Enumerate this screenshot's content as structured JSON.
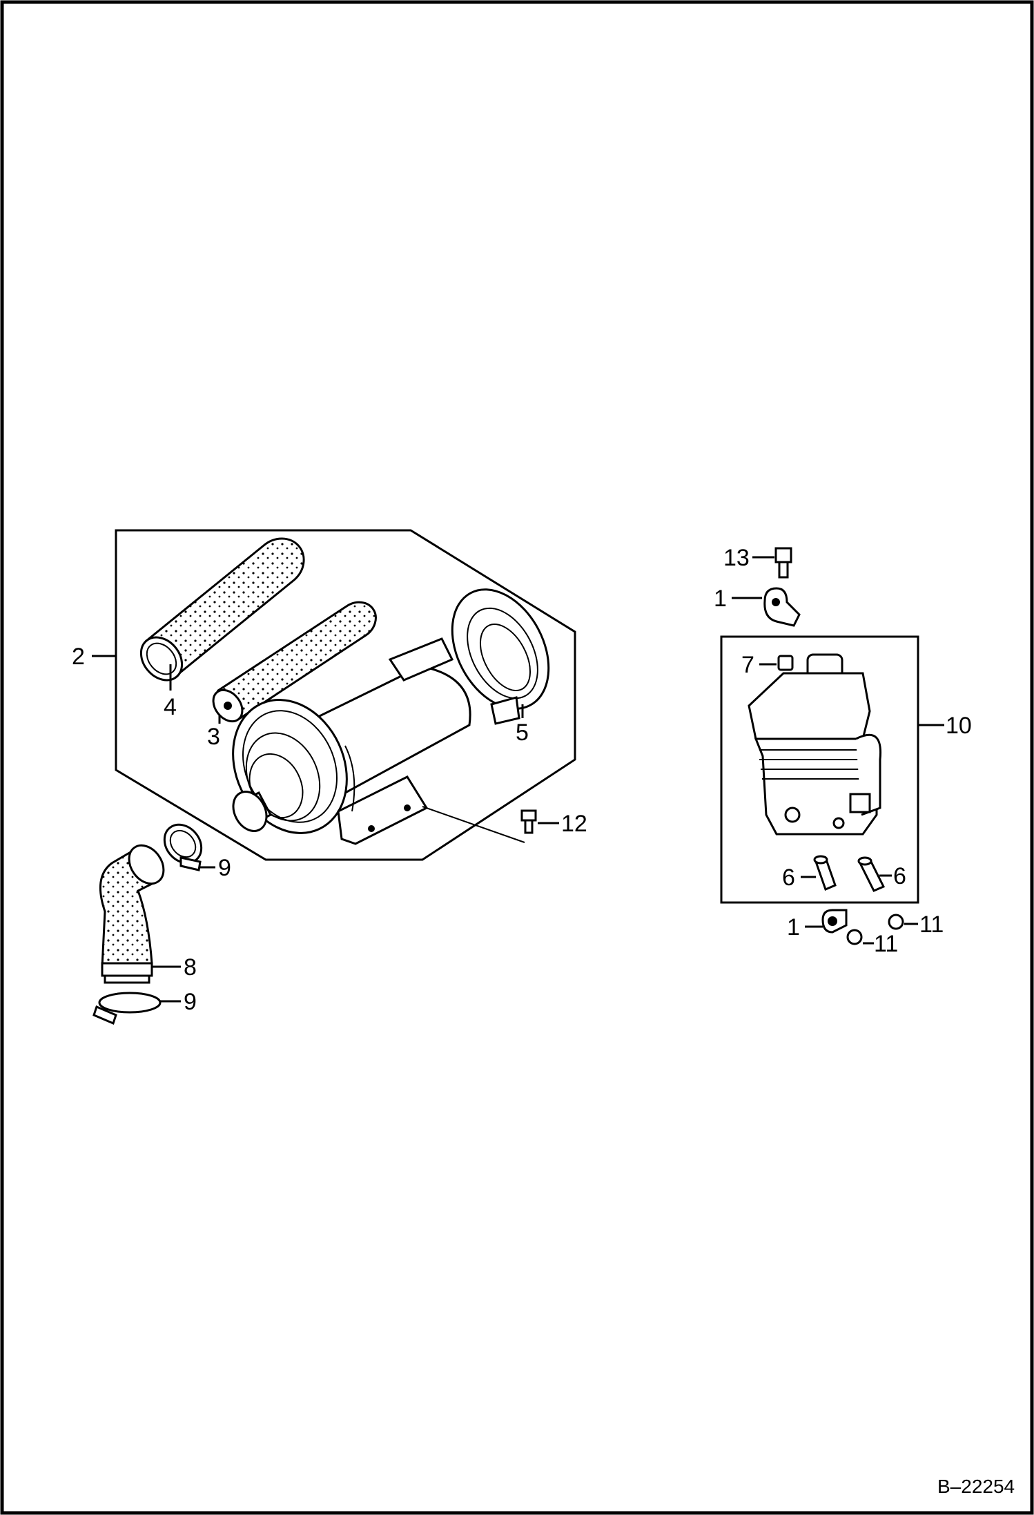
{
  "figure_ref": "B–22254",
  "callouts": {
    "c1a": "1",
    "c1b": "1",
    "c2": "2",
    "c3": "3",
    "c4": "4",
    "c5": "5",
    "c6a": "6",
    "c6b": "6",
    "c7": "7",
    "c8": "8",
    "c9a": "9",
    "c9b": "9",
    "c10": "10",
    "c11a": "11",
    "c11b": "11",
    "c12": "12",
    "c13": "13"
  }
}
